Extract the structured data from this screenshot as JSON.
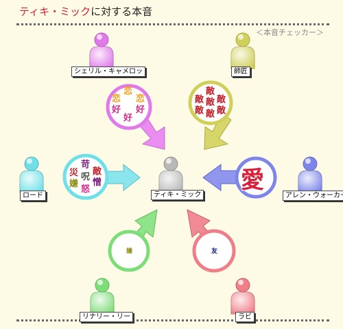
{
  "title": {
    "name": "ティキ・ミック",
    "rest": "に対する本音"
  },
  "subtitle": "＜本音チェッカー＞",
  "center": {
    "label": "ティキ・ミック"
  },
  "people": [
    {
      "label": "シェリル・キャメロッ",
      "color": "#e07ae8"
    },
    {
      "label": "師匠",
      "color": "#cfd05a"
    },
    {
      "label": "ロード",
      "color": "#6fe0e8"
    },
    {
      "label": "アレン・ウォーカー",
      "color": "#7d86e8"
    },
    {
      "label": "リナリー・リー",
      "color": "#7ddd78"
    },
    {
      "label": "ラビ",
      "color": "#ef7e88"
    }
  ],
  "feelings": {
    "sheryl": [
      "恋",
      "恋",
      "恋",
      "好",
      "好",
      "好"
    ],
    "shisho": [
      "敵",
      "敵",
      "敵",
      "敵",
      "敵",
      "敵",
      "敵"
    ],
    "road": [
      "苛",
      "敵",
      "災",
      "呪",
      "憎",
      "嫌",
      "怒"
    ],
    "allen": "愛",
    "lenalee": "嫌",
    "lavi": "友"
  }
}
